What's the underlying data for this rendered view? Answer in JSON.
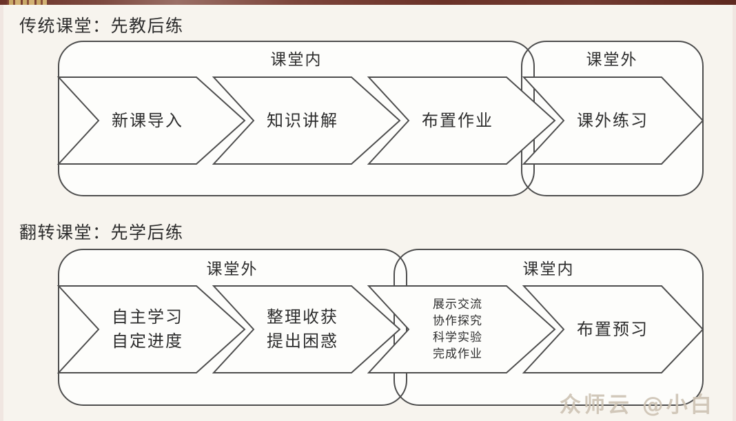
{
  "rows": [
    {
      "title": "传统课堂：先教后练",
      "groups": [
        {
          "label": "课堂内"
        },
        {
          "label": "课堂外"
        }
      ],
      "steps": [
        {
          "label": "新课导入"
        },
        {
          "label": "知识讲解"
        },
        {
          "label": "布置作业"
        },
        {
          "label": "课外练习"
        }
      ]
    },
    {
      "title": "翻转课堂：先学后练",
      "groups": [
        {
          "label": "课堂外"
        },
        {
          "label": "课堂内"
        }
      ],
      "steps": [
        {
          "label": "自主学习\n自定进度"
        },
        {
          "label": "整理收获\n提出困惑"
        },
        {
          "label": "展示交流\n协作探究\n科学实验\n完成作业"
        },
        {
          "label": "布置预习"
        }
      ]
    }
  ],
  "watermark": {
    "text": "众师云 @小白"
  },
  "colors": {
    "background": "#f7f4ee",
    "shape_fill": "#fdfdfb",
    "shape_stroke": "#4d4d4d",
    "text": "#2d2d2d",
    "topbar_maroon": "#6b3228",
    "topbar_tan": "#c9a968",
    "watermark": "#cdc3b4"
  }
}
